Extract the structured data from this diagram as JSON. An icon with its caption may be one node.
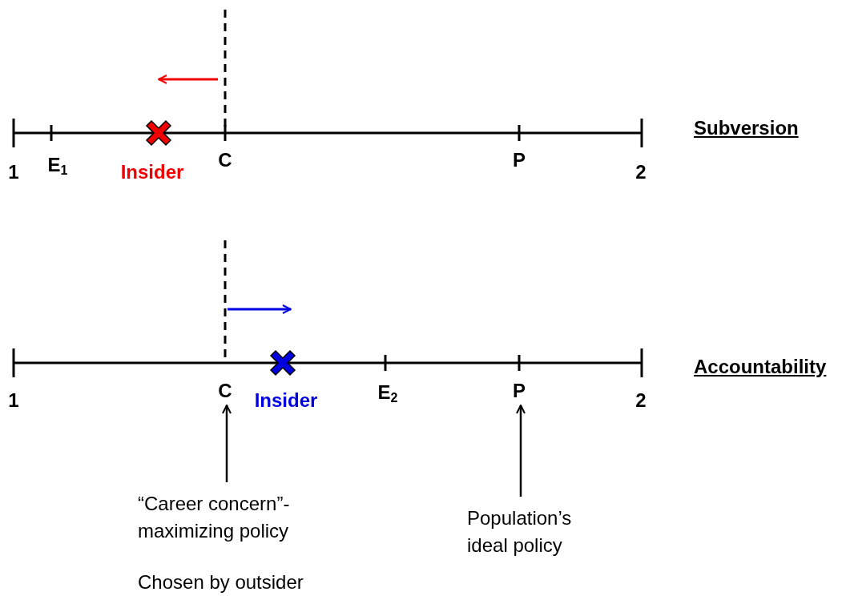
{
  "diagram": {
    "nodes": [
      {
        "text": [
          "C"
        ]
      },
      {
        "text": [
          "P"
        ]
      },
      {
        "text": [
          "“Career concern”-maximizing policy",
          "Chosen by outsider"
        ]
      },
      {
        "text": [
          "Population’s ideal policy"
        ]
      }
    ],
    "edges": [
      {
        "from": 2,
        "to": 0,
        "arrow": "to"
      },
      {
        "from": 3,
        "to": 1,
        "arrow": "to"
      }
    ],
    "labels": [
      "1",
      "E$_{1}$",
      "Insider",
      "C",
      "P",
      "2",
      "Subversion",
      "1",
      "Insider",
      "E$_{2}$",
      "2",
      "Accountability"
    ]
  }
}
